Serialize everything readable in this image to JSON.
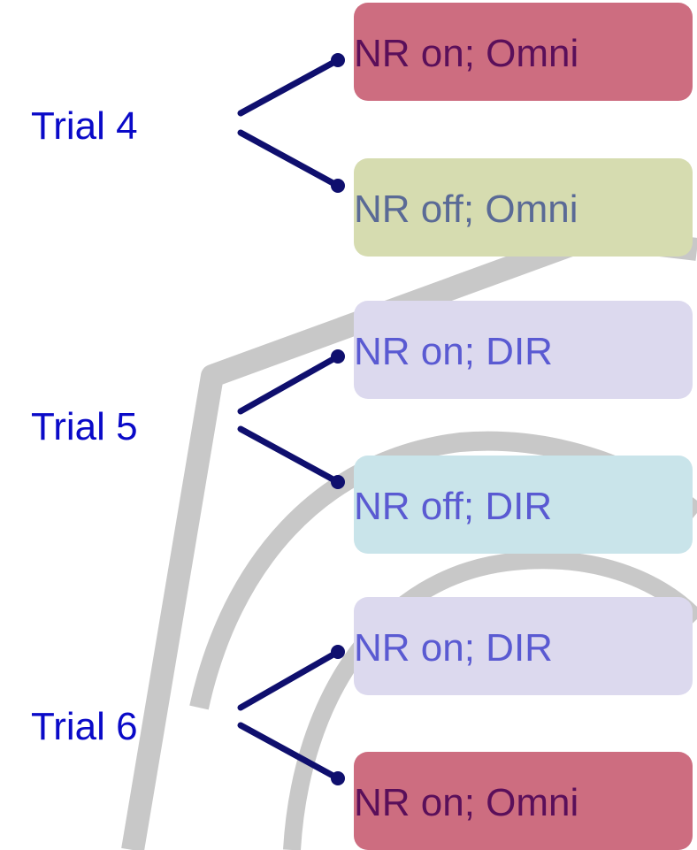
{
  "colors": {
    "trial_text": "#0a0ac8",
    "connector": "#0f0f6e",
    "watermark": "#c8c8c8",
    "box_on_omni": "#cd6d80",
    "box_off_omni": "#d6dcb0",
    "box_on_dir": "#dcd9ee",
    "box_off_dir": "#c9e4ea",
    "text_on_omni": "#5a0f5a",
    "text_off_omni": "#5a6a96",
    "text_dir": "#5a5ad2"
  },
  "trials": [
    {
      "label": "Trial 4",
      "branches": [
        {
          "label": "NR on; Omni",
          "kind": "on_omni"
        },
        {
          "label": "NR off; Omni",
          "kind": "off_omni"
        }
      ]
    },
    {
      "label": "Trial 5",
      "branches": [
        {
          "label": "NR on; DIR",
          "kind": "on_dir"
        },
        {
          "label": "NR off; DIR",
          "kind": "off_dir"
        }
      ]
    },
    {
      "label": "Trial 6",
      "branches": [
        {
          "label": "NR on; DIR",
          "kind": "on_dir"
        },
        {
          "label": "NR on; Omni",
          "kind": "on_omni"
        }
      ]
    }
  ]
}
